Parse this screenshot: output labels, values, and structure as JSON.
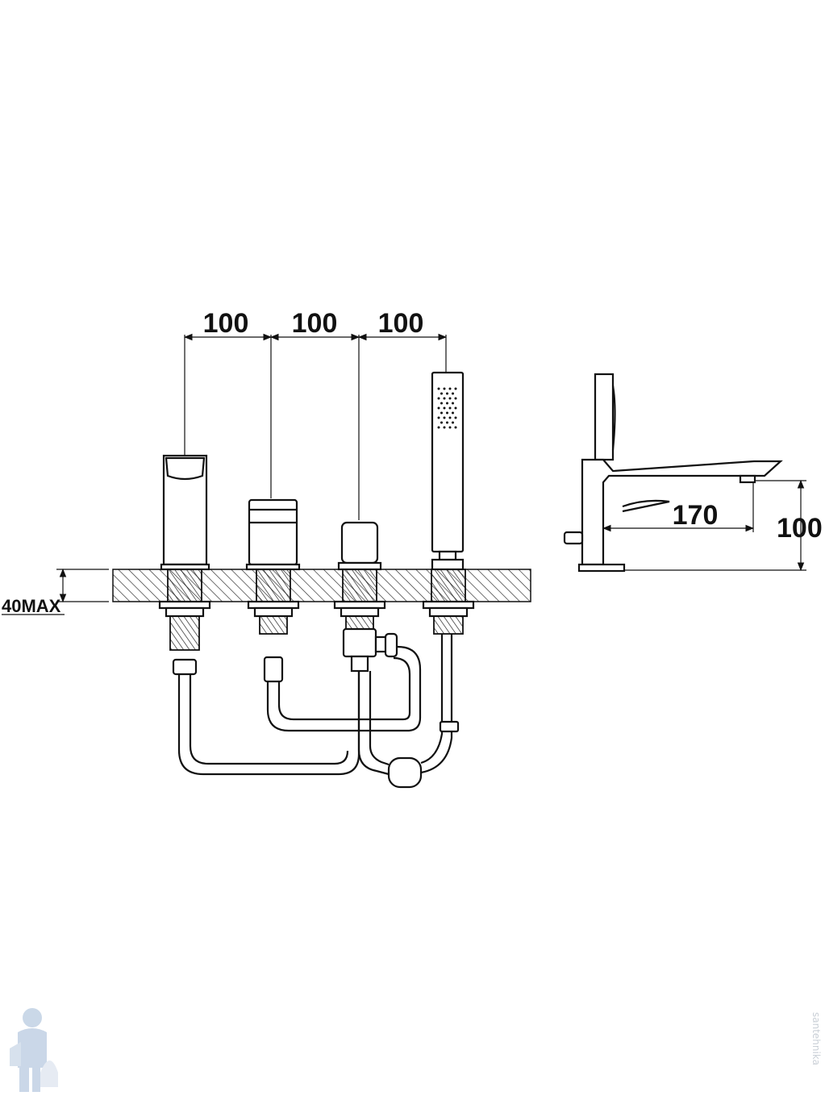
{
  "front_view": {
    "dim_labels": [
      "100",
      "100",
      "100"
    ],
    "deck_label": "40MAX"
  },
  "side_view": {
    "reach_label": "170",
    "height_label": "100"
  },
  "watermark": {
    "side_text": "santehnika",
    "logo_icon": "plumber-logo-icon",
    "color": "#9fb8d6"
  }
}
